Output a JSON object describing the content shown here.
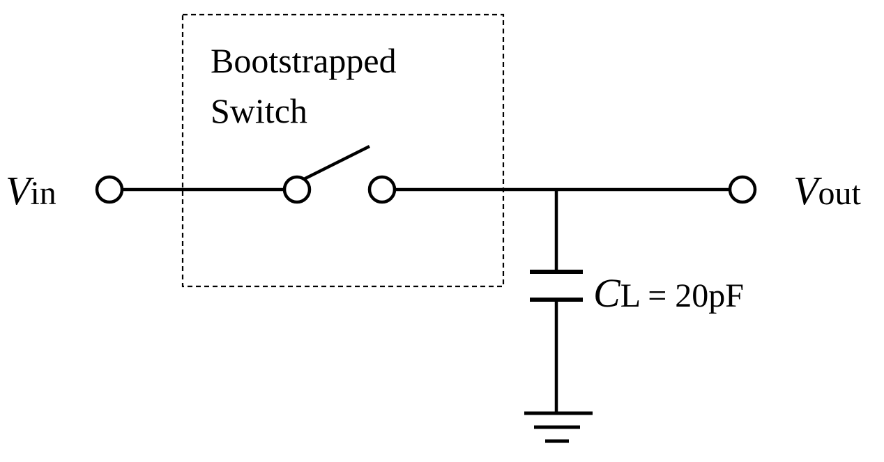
{
  "switch_box": {
    "label_line1": "Bootstrapped",
    "label_line2": "Switch"
  },
  "input": {
    "symbol": "V",
    "subscript": "in"
  },
  "output": {
    "symbol": "V",
    "subscript": "out"
  },
  "load_capacitor": {
    "symbol": "C",
    "subscript": "L",
    "value_text": " = 20pF"
  },
  "colors": {
    "stroke": "#000000",
    "background": "#ffffff"
  }
}
